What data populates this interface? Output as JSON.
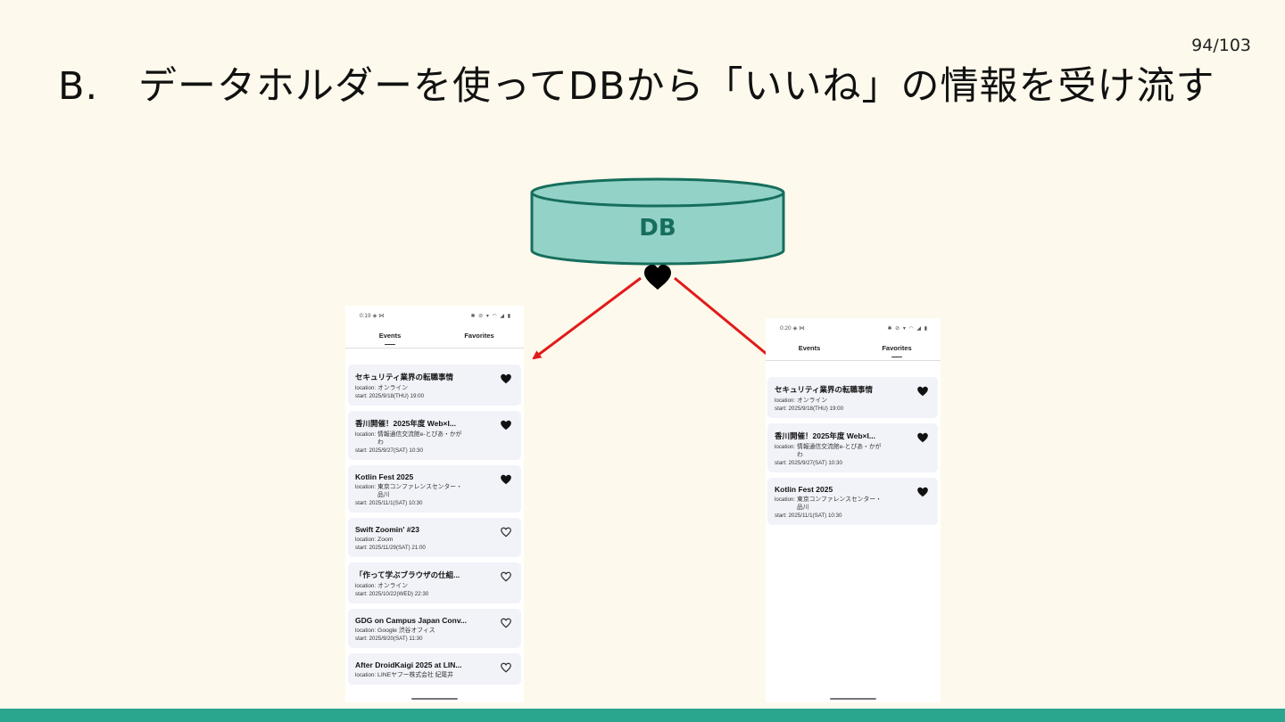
{
  "slide": {
    "page_number": "94/103",
    "title_prefix": "B.",
    "title": "データホルダーを使ってDBから「いいね」の情報を受け流す"
  },
  "diagram": {
    "db_label": "DB",
    "db_fill": "#93d2c6",
    "db_stroke": "#166e5c",
    "arrow_color": "#e11b1b"
  },
  "left_phone": {
    "status_time": "0:19 ◈ ⋈",
    "status_icons": "✱ ⊘ ▾ ◠ ◢ ▮",
    "tabs": [
      {
        "label": "Events",
        "active": true
      },
      {
        "label": "Favorites",
        "active": false
      }
    ],
    "events": [
      {
        "title": "セキュリティ業界の転職事情",
        "location_label": "location:",
        "location": "オンライン",
        "start": "start: 2025/9/18(THU) 19:00",
        "favorite": true
      },
      {
        "title": "香川開催！2025年度 Web×I...",
        "location_label": "location:",
        "location": "情報通信交流館e-とぴあ・かがわ",
        "start": "start: 2025/9/27(SAT) 10:30",
        "favorite": true
      },
      {
        "title": "Kotlin Fest 2025",
        "location_label": "location:",
        "location": "東京コンファレンスセンター・品川",
        "start": "start: 2025/11/1(SAT) 10:30",
        "favorite": true
      },
      {
        "title": "Swift Zoomin' #23",
        "location_label": "location:",
        "location": "Zoom",
        "start": "start: 2025/11/29(SAT) 21:00",
        "favorite": false
      },
      {
        "title": "「作って学ぶブラウザの仕組...",
        "location_label": "location:",
        "location": "オンライン",
        "start": "start: 2025/10/22(WED) 22:30",
        "favorite": false
      },
      {
        "title": "GDG on Campus Japan Conv...",
        "location_label": "location:",
        "location": "Google 渋谷オフィス",
        "start": "start: 2025/9/20(SAT) 11:30",
        "favorite": false
      },
      {
        "title": "After DroidKaigi 2025 at LIN...",
        "location_label": "location:",
        "location": "LINEヤフー株式会社 紀尾井",
        "start": "",
        "favorite": false
      }
    ]
  },
  "right_phone": {
    "status_time": "0:20 ◈ ⋈",
    "status_icons": "✱ ⊘ ▾ ◠ ◢ ▮",
    "tabs": [
      {
        "label": "Events",
        "active": false
      },
      {
        "label": "Favorites",
        "active": true
      }
    ],
    "events": [
      {
        "title": "セキュリティ業界の転職事情",
        "location_label": "location:",
        "location": "オンライン",
        "start": "start: 2025/9/18(THU) 19:00",
        "favorite": true
      },
      {
        "title": "香川開催！2025年度 Web×I...",
        "location_label": "location:",
        "location": "情報通信交流館e-とぴあ・かがわ",
        "start": "start: 2025/9/27(SAT) 10:30",
        "favorite": true
      },
      {
        "title": "Kotlin Fest 2025",
        "location_label": "location:",
        "location": "東京コンファレンスセンター・品川",
        "start": "start: 2025/11/1(SAT) 10:30",
        "favorite": true
      }
    ]
  }
}
